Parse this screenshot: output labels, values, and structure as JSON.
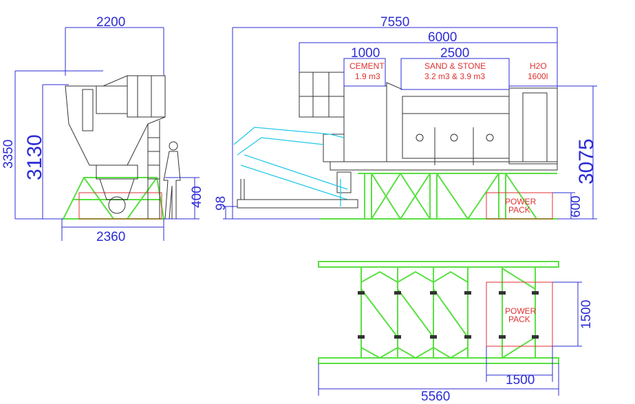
{
  "dimensions": {
    "front_width_top": "2200",
    "front_height_total": "3350",
    "front_height_body": "3130",
    "front_frame_height": "400",
    "front_width_base": "2360",
    "side_total_length": "7550",
    "side_body_length": "6000",
    "cement_length": "1000",
    "sand_stone_length": "2500",
    "side_ground_offset": "98",
    "side_height": "3075",
    "power_pack_height": "600",
    "plan_power_pack_depth": "1500",
    "plan_power_pack_width": "1500",
    "plan_frame_length": "5560"
  },
  "labels": {
    "cement": "CEMENT",
    "cement_volume": "1.9 m3",
    "sand_stone": "SAND & STONE",
    "sand_stone_volume": "3.2 m3 & 3.9 m3",
    "water": "H2O",
    "water_volume": "1600l",
    "power_pack_side_1": "POWER",
    "power_pack_side_2": "PACK",
    "power_pack_plan_1": "POWER",
    "power_pack_plan_2": "PACK"
  },
  "colors": {
    "dimension": "#2b2bd6",
    "frame": "#58e040",
    "power_pack": "#e03030",
    "boom": "#22c8e8"
  }
}
